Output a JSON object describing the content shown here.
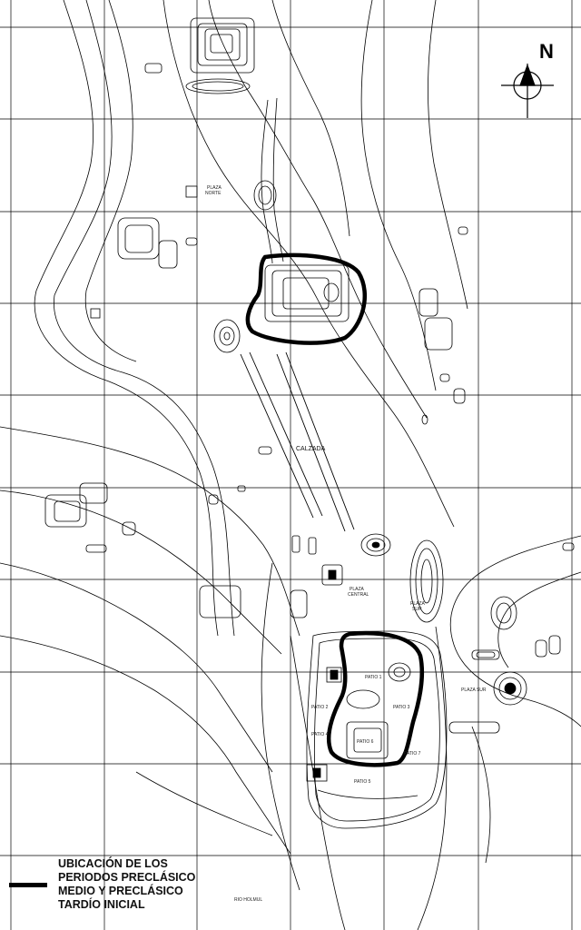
{
  "north": {
    "letter": "N"
  },
  "labels": {
    "plaza_norte": [
      "PLAZA",
      "NORTE"
    ],
    "calzada": "CALZADA",
    "plaza_central": [
      "PLAZA",
      "CENTRAL"
    ],
    "plaza_sur_1": [
      "PLAZA",
      "SUR"
    ],
    "plaza_sur_2": "PLAZA SUR",
    "patio_1": "PATIO 1",
    "patio_2": "PATIO 2",
    "patio_3": "PATIO 3",
    "patio_4": "PATIO 4",
    "patio_5": "PATIO 5",
    "patio_6": "PATIO 6",
    "patio_7": "PATIO 7",
    "rio": "RIO HOLMUL"
  },
  "legend": {
    "lines": [
      "UBICACIÓN DE LOS",
      "PERIODOS PRECLÁSICO",
      "MEDIO Y PRECLÁSICO",
      "TARDÍO INICIAL"
    ]
  },
  "colors": {
    "line": "#000000",
    "background": "#ffffff"
  }
}
